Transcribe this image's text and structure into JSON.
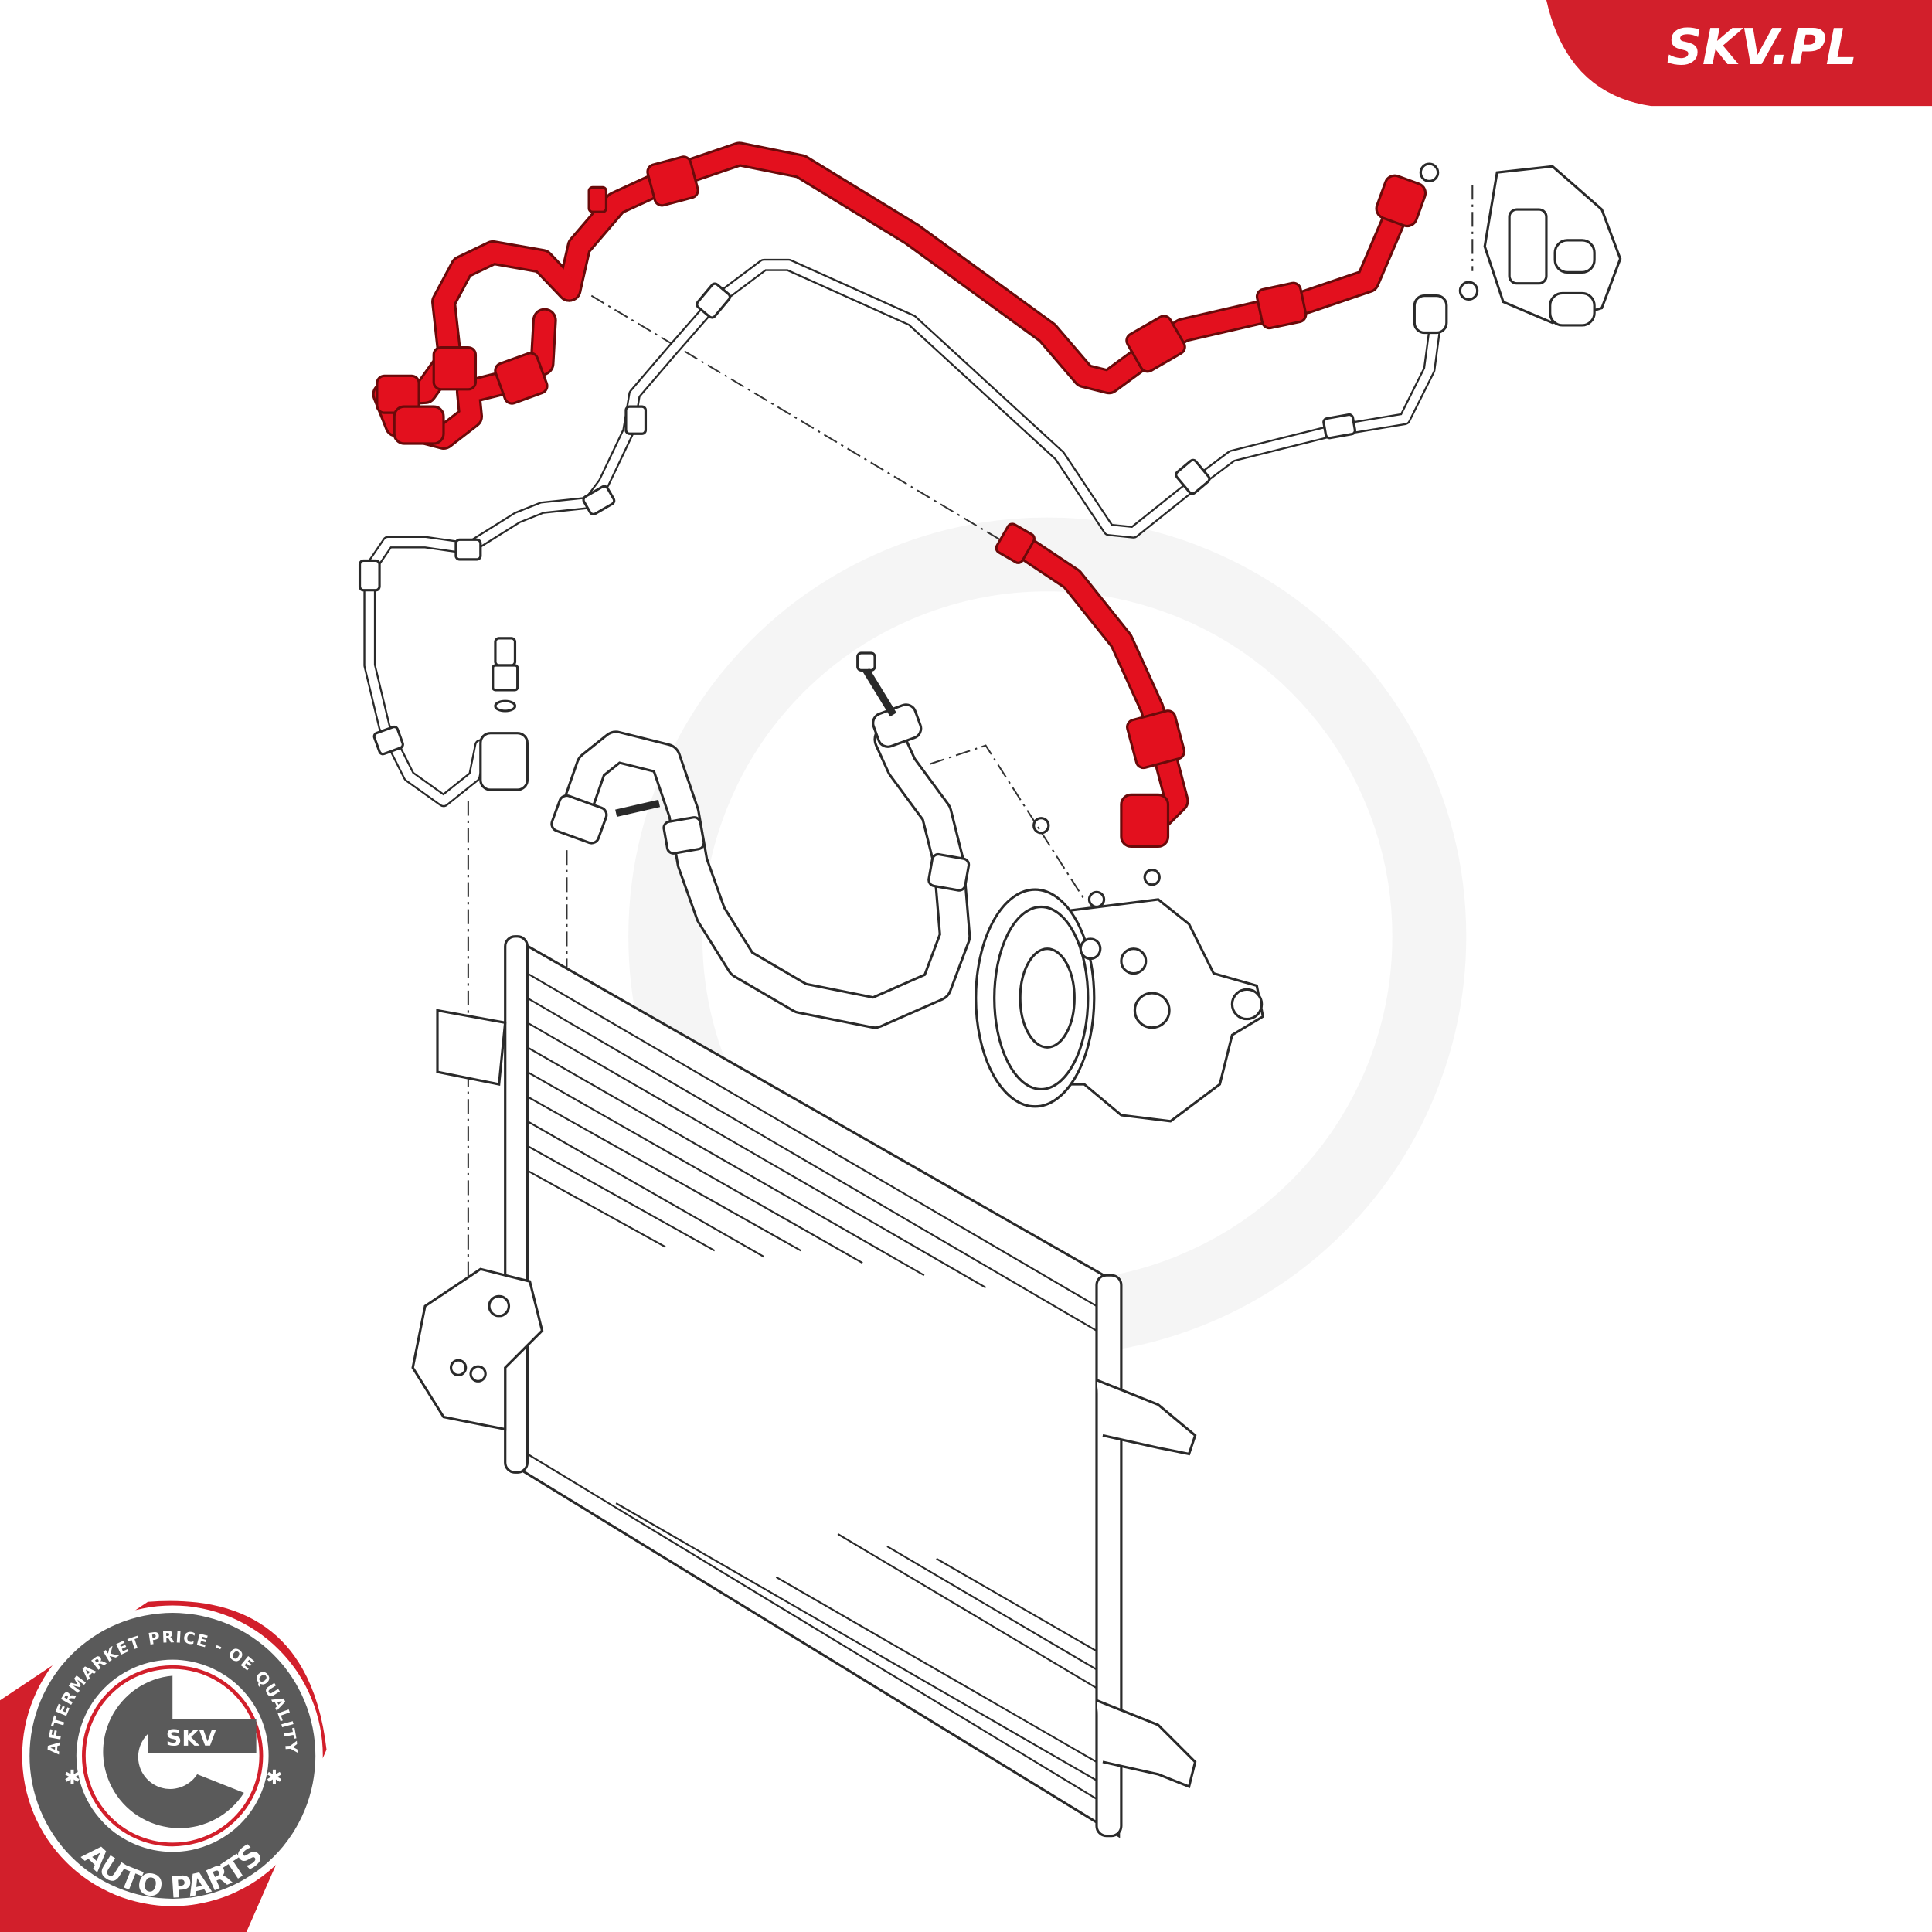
{
  "header": {
    "brand_badge": "SKV.PL"
  },
  "seal": {
    "top_text": "AFTERMARKET PRICE - OE QUALITY",
    "center_text": "SKV",
    "bottom_text": "AUTO PARTS"
  },
  "diagram": {
    "highlight_color": "#e3101e",
    "line_color": "#2a2a2a",
    "brand_red": "#d21f2b",
    "seal_grey": "#5a5a5a",
    "highlighted_parts": [
      "suction-hose-upper",
      "suction-hose-lower"
    ],
    "parts": [
      "ac-hose-highlighted",
      "ac-pipe",
      "pressure-switch",
      "condenser",
      "compressor",
      "expansion-valve"
    ]
  }
}
